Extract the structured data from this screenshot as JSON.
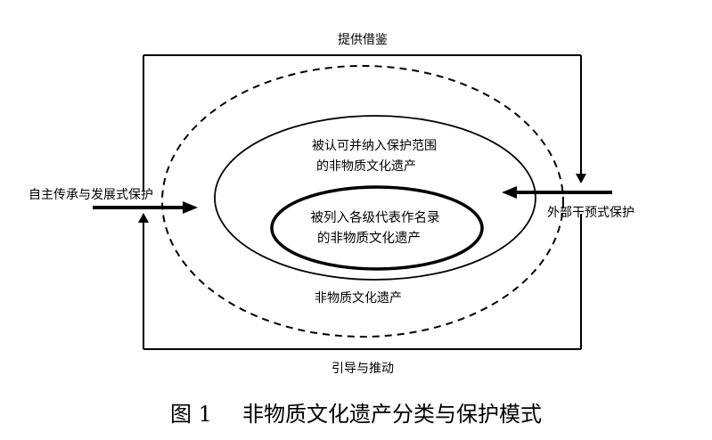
{
  "diagram": {
    "top_label": "提供借鉴",
    "bottom_label": "引导与推动",
    "left_label": "自主传承与发展式保护",
    "right_label": "外部干预式保护",
    "outer_ellipse_label": "非物质文化遗产",
    "middle_ellipse_label": {
      "line1": "被认可并纳入保护范围",
      "line2": "的非物质文化遗产"
    },
    "inner_ellipse_label": {
      "line1": "被列入各级代表作名录",
      "line2": "的非物质文化遗产"
    }
  },
  "caption": {
    "number": "图 1",
    "title": "非物质文化遗产分类与保护模式"
  }
}
